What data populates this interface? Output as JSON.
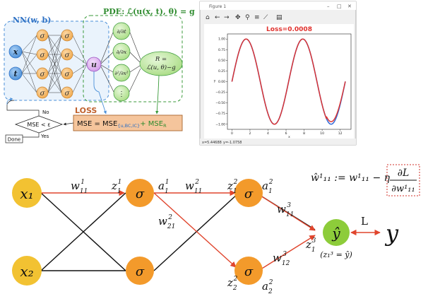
{
  "pinn_panel": {
    "nn_title": "NN(w, b)",
    "pde_title": "PDE: ℒ(u(x, t), θ) = g",
    "inputs": [
      "x",
      "t"
    ],
    "hidden_label": "σ",
    "output_label": "u",
    "derivatives": [
      "∂/∂t",
      "∂/∂x",
      "∂²/∂x²",
      "⋮"
    ],
    "residual_line1": "R =",
    "residual_line2": "ℒ(u, θ)−g",
    "loss_title": "LOSS",
    "loss_formula_main": "MSE = MSE",
    "loss_formula_sub1": "{u,BC,IC}",
    "loss_formula_plus": "+ MSE",
    "loss_formula_sub2": "R",
    "decision_label": "MSE < ε",
    "no_label": "No",
    "yes_label": "Yes",
    "done_label": "Done"
  },
  "plot_window": {
    "title": "Figure 1",
    "window_controls": [
      "–",
      "□",
      "✕"
    ],
    "toolbar_icons": [
      "home-icon",
      "back-arrow-icon",
      "forward-arrow-icon",
      "pan-icon",
      "zoom-icon",
      "configure-icon",
      "lines-icon",
      "save-icon"
    ],
    "toolbar_glyphs": [
      "⌂",
      "←",
      "→",
      "✥",
      "⚲",
      "≡",
      "⟋",
      "▤"
    ],
    "status_x": "x=5.44688",
    "status_y": "y=-1.0758"
  },
  "chart_data": {
    "type": "line",
    "title": "Loss=0.0008",
    "xlabel": "x",
    "ylabel": "y",
    "xlim": [
      -0.5,
      13.2
    ],
    "ylim": [
      -1.12,
      1.12
    ],
    "xticks": [
      0,
      2,
      4,
      6,
      8,
      10,
      12
    ],
    "yticks": [
      -1.0,
      -0.75,
      -0.5,
      -0.25,
      0.0,
      0.25,
      0.5,
      0.75,
      1.0
    ],
    "tick_labels_y": [
      "−1.00",
      "−0.75",
      "−0.50",
      "−0.25",
      "0.00",
      "0.25",
      "0.50",
      "0.75",
      "1.00"
    ],
    "grid": false,
    "series": [
      {
        "color": "#3a6fd8",
        "x_start": 0,
        "x_end": 12.57,
        "function": "sin"
      },
      {
        "color": "#e0312d",
        "x_start": 0,
        "x_end": 12.57,
        "function": "sin"
      }
    ]
  },
  "backprop_diagram": {
    "inputs": [
      "x₁",
      "x₂"
    ],
    "sigma": "σ",
    "output": "ŷ",
    "target": "y",
    "loss_label": "L",
    "output_note": "(z₁³ = ŷ)",
    "update_rule_lhs": "ŵ¹₁₁ := w¹₁₁ − η",
    "update_rule_num": "∂L",
    "update_rule_den": "∂w¹₁₁",
    "colors": {
      "input_node": "#f2c232",
      "hidden_node": "#f39a2b",
      "output_node": "#8dcc3a",
      "highlight_edge": "#e0452d",
      "plain_edge": "#111111"
    }
  }
}
